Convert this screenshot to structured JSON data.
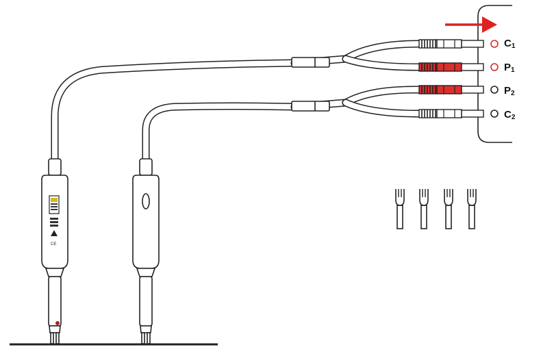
{
  "terminals": [
    {
      "id": "C1",
      "letter": "C",
      "sub": "1",
      "ring_color": "#d62b2b",
      "plug_color": "#ffffff"
    },
    {
      "id": "P1",
      "letter": "P",
      "sub": "1",
      "ring_color": "#d62b2b",
      "plug_color": "#d9302e"
    },
    {
      "id": "P2",
      "letter": "P",
      "sub": "2",
      "ring_color": "#222222",
      "plug_color": "#d9302e"
    },
    {
      "id": "C2",
      "letter": "C",
      "sub": "2",
      "ring_color": "#222222",
      "plug_color": "#ffffff"
    }
  ],
  "colors": {
    "arrow": "#e02020",
    "outline": "#222222",
    "plug_red": "#d9302e",
    "ground": "#222222"
  },
  "icons": {
    "arrow": "right-arrow-icon",
    "spade": "spade-lug-icon"
  },
  "spade_lug_count": 4
}
